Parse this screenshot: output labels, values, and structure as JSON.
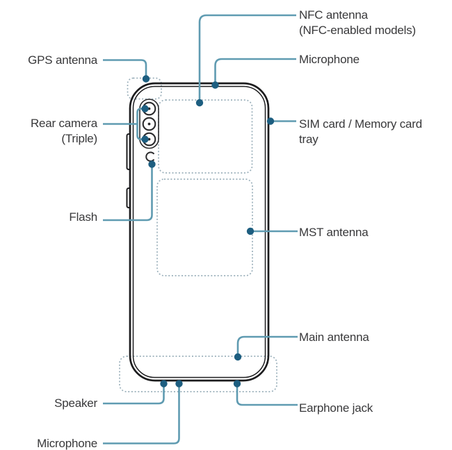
{
  "colors": {
    "background": "#ffffff",
    "callout_line": "#5f9bb1",
    "callout_dot": "#1d5e80",
    "dashed_box": "#9bb0bb",
    "phone_outline": "#1c1c1e",
    "camera_outline": "#2a2a2c",
    "label_text": "#38383a"
  },
  "labels": {
    "gps": "GPS antenna",
    "rear_camera_line1": "Rear camera",
    "rear_camera_line2": "(Triple)",
    "flash": "Flash",
    "speaker": "Speaker",
    "microphone_bottom": "Microphone",
    "nfc_line1": "NFC antenna",
    "nfc_line2": "(NFC-enabled models)",
    "microphone_top": "Microphone",
    "sim_line1": "SIM card / Memory card",
    "sim_line2": "tray",
    "mst": "MST antenna",
    "main_antenna": "Main antenna",
    "earphone_jack": "Earphone jack"
  }
}
